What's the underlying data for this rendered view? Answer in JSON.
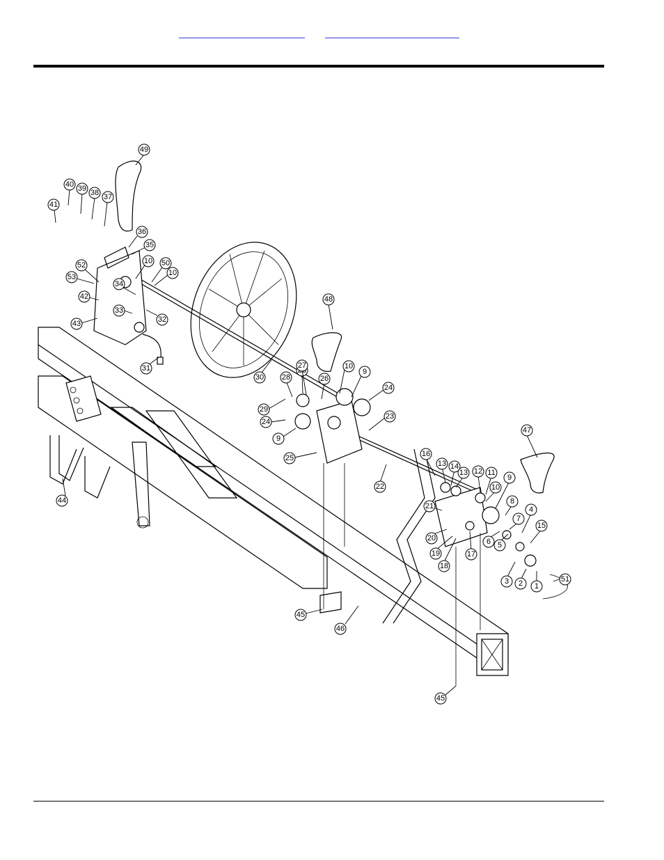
{
  "header": {
    "link_1": "",
    "link_2": ""
  },
  "diagram": {
    "callouts": [
      "1",
      "2",
      "3",
      "4",
      "5",
      "6",
      "7",
      "8",
      "9",
      "10",
      "11",
      "12",
      "13",
      "14",
      "15",
      "16",
      "17",
      "18",
      "19",
      "20",
      "21",
      "22",
      "23",
      "24",
      "25",
      "26",
      "27",
      "28",
      "29",
      "30",
      "31",
      "32",
      "33",
      "34",
      "35",
      "36",
      "37",
      "38",
      "39",
      "40",
      "41",
      "42",
      "43",
      "44",
      "45",
      "46",
      "47",
      "48",
      "49",
      "50",
      "51",
      "52",
      "53"
    ]
  }
}
